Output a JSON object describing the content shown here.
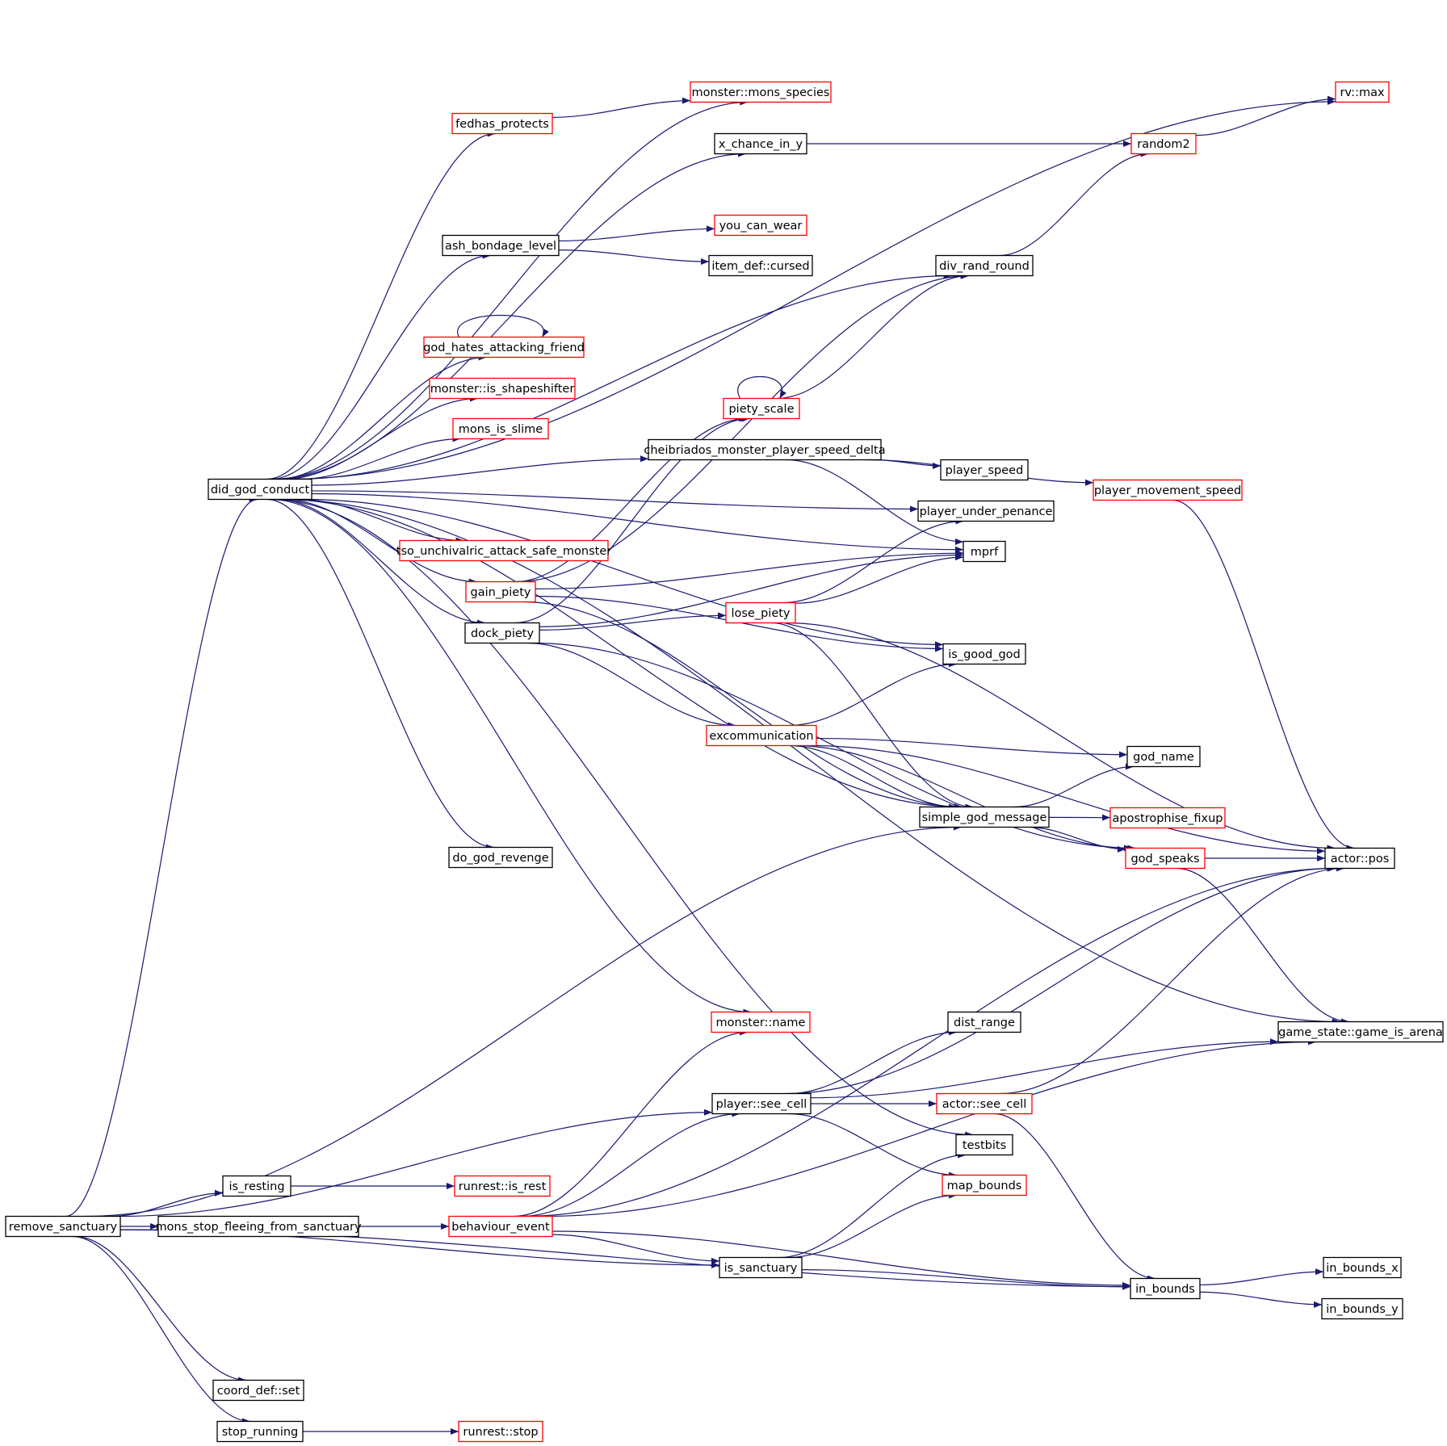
{
  "diagram": {
    "type": "call-graph",
    "colors": {
      "edge": "#191970",
      "border_documented": "#000000",
      "border_undocumented": "#ff0000",
      "root_fill": "#bfbfbf",
      "node_fill": "#ffffff"
    },
    "root": "remove_sanctuary",
    "nodes": [
      {
        "id": "remove_sanctuary",
        "label": "remove_sanctuary",
        "border": "black",
        "root": true
      },
      {
        "id": "did_god_conduct",
        "label": "did_god_conduct",
        "border": "black"
      },
      {
        "id": "is_resting",
        "label": "is_resting",
        "border": "black"
      },
      {
        "id": "mons_stop_fleeing_from_sanctuary",
        "label": "mons_stop_fleeing_from_sanctuary",
        "border": "black"
      },
      {
        "id": "coord_def_set",
        "label": "coord_def::set",
        "border": "black"
      },
      {
        "id": "stop_running",
        "label": "stop_running",
        "border": "black"
      },
      {
        "id": "fedhas_protects",
        "label": "fedhas_protects",
        "border": "red"
      },
      {
        "id": "ash_bondage_level",
        "label": "ash_bondage_level",
        "border": "black"
      },
      {
        "id": "god_hates_attacking_friend",
        "label": "god_hates_attacking_friend",
        "border": "red"
      },
      {
        "id": "monster_is_shapeshifter",
        "label": "monster::is_shapeshifter",
        "border": "red"
      },
      {
        "id": "mons_is_slime",
        "label": "mons_is_slime",
        "border": "red"
      },
      {
        "id": "tso_unchivalric_attack_safe_monster",
        "label": "tso_unchivalric_attack_safe_monster",
        "border": "red"
      },
      {
        "id": "gain_piety",
        "label": "gain_piety",
        "border": "red"
      },
      {
        "id": "dock_piety",
        "label": "dock_piety",
        "border": "black"
      },
      {
        "id": "do_god_revenge",
        "label": "do_god_revenge",
        "border": "black"
      },
      {
        "id": "runrest_is_rest",
        "label": "runrest::is_rest",
        "border": "red"
      },
      {
        "id": "behaviour_event",
        "label": "behaviour_event",
        "border": "red"
      },
      {
        "id": "runrest_stop",
        "label": "runrest::stop",
        "border": "red"
      },
      {
        "id": "monster_mons_species",
        "label": "monster::mons_species",
        "border": "red"
      },
      {
        "id": "x_chance_in_y",
        "label": "x_chance_in_y",
        "border": "black"
      },
      {
        "id": "you_can_wear",
        "label": "you_can_wear",
        "border": "red"
      },
      {
        "id": "item_def_cursed",
        "label": "item_def::cursed",
        "border": "black"
      },
      {
        "id": "piety_scale",
        "label": "piety_scale",
        "border": "red"
      },
      {
        "id": "cheibriados_monster_player_speed_delta",
        "label": "cheibriados_monster_player_speed_delta",
        "border": "black"
      },
      {
        "id": "lose_piety",
        "label": "lose_piety",
        "border": "red"
      },
      {
        "id": "excommunication",
        "label": "excommunication",
        "border": "red"
      },
      {
        "id": "monster_name",
        "label": "monster::name",
        "border": "red"
      },
      {
        "id": "player_see_cell",
        "label": "player::see_cell",
        "border": "black"
      },
      {
        "id": "is_sanctuary",
        "label": "is_sanctuary",
        "border": "black"
      },
      {
        "id": "div_rand_round",
        "label": "div_rand_round",
        "border": "black"
      },
      {
        "id": "player_speed",
        "label": "player_speed",
        "border": "black"
      },
      {
        "id": "player_under_penance",
        "label": "player_under_penance",
        "border": "black"
      },
      {
        "id": "mprf",
        "label": "mprf",
        "border": "black"
      },
      {
        "id": "is_good_god",
        "label": "is_good_god",
        "border": "black"
      },
      {
        "id": "simple_god_message",
        "label": "simple_god_message",
        "border": "black"
      },
      {
        "id": "dist_range",
        "label": "dist_range",
        "border": "black"
      },
      {
        "id": "actor_see_cell",
        "label": "actor::see_cell",
        "border": "red"
      },
      {
        "id": "testbits",
        "label": "testbits",
        "border": "black"
      },
      {
        "id": "map_bounds",
        "label": "map_bounds",
        "border": "red"
      },
      {
        "id": "random2",
        "label": "random2",
        "border": "red"
      },
      {
        "id": "player_movement_speed",
        "label": "player_movement_speed",
        "border": "red"
      },
      {
        "id": "god_name",
        "label": "god_name",
        "border": "black"
      },
      {
        "id": "apostrophise_fixup",
        "label": "apostrophise_fixup",
        "border": "red"
      },
      {
        "id": "god_speaks",
        "label": "god_speaks",
        "border": "red"
      },
      {
        "id": "in_bounds",
        "label": "in_bounds",
        "border": "black"
      },
      {
        "id": "rv_max",
        "label": "rv::max",
        "border": "red"
      },
      {
        "id": "actor_pos",
        "label": "actor::pos",
        "border": "black"
      },
      {
        "id": "game_state_game_is_arena",
        "label": "game_state::game_is_arena",
        "border": "black"
      },
      {
        "id": "in_bounds_x",
        "label": "in_bounds_x",
        "border": "black"
      },
      {
        "id": "in_bounds_y",
        "label": "in_bounds_y",
        "border": "black"
      }
    ],
    "edges": [
      [
        "remove_sanctuary",
        "did_god_conduct"
      ],
      [
        "remove_sanctuary",
        "simple_god_message"
      ],
      [
        "remove_sanctuary",
        "player_see_cell"
      ],
      [
        "remove_sanctuary",
        "is_resting"
      ],
      [
        "remove_sanctuary",
        "mons_stop_fleeing_from_sanctuary"
      ],
      [
        "remove_sanctuary",
        "is_sanctuary"
      ],
      [
        "remove_sanctuary",
        "in_bounds"
      ],
      [
        "remove_sanctuary",
        "coord_def_set"
      ],
      [
        "remove_sanctuary",
        "stop_running"
      ],
      [
        "did_god_conduct",
        "rv_max"
      ],
      [
        "did_god_conduct",
        "monster_mons_species"
      ],
      [
        "did_god_conduct",
        "fedhas_protects"
      ],
      [
        "did_god_conduct",
        "x_chance_in_y"
      ],
      [
        "did_god_conduct",
        "div_rand_round"
      ],
      [
        "did_god_conduct",
        "ash_bondage_level"
      ],
      [
        "did_god_conduct",
        "player_under_penance"
      ],
      [
        "did_god_conduct",
        "god_hates_attacking_friend"
      ],
      [
        "did_god_conduct",
        "monster_is_shapeshifter"
      ],
      [
        "did_god_conduct",
        "mons_is_slime"
      ],
      [
        "did_god_conduct",
        "cheibriados_monster_player_speed_delta"
      ],
      [
        "did_god_conduct",
        "mprf"
      ],
      [
        "did_god_conduct",
        "tso_unchivalric_attack_safe_monster"
      ],
      [
        "did_god_conduct",
        "gain_piety"
      ],
      [
        "did_god_conduct",
        "dock_piety"
      ],
      [
        "did_god_conduct",
        "is_good_god"
      ],
      [
        "did_god_conduct",
        "simple_god_message"
      ],
      [
        "did_god_conduct",
        "do_god_revenge"
      ],
      [
        "did_god_conduct",
        "game_state_game_is_arena"
      ],
      [
        "did_god_conduct",
        "testbits"
      ],
      [
        "did_god_conduct",
        "monster_name"
      ],
      [
        "fedhas_protects",
        "monster_mons_species"
      ],
      [
        "x_chance_in_y",
        "random2"
      ],
      [
        "ash_bondage_level",
        "you_can_wear"
      ],
      [
        "ash_bondage_level",
        "item_def_cursed"
      ],
      [
        "god_hates_attacking_friend",
        "god_hates_attacking_friend"
      ],
      [
        "gain_piety",
        "div_rand_round"
      ],
      [
        "gain_piety",
        "piety_scale"
      ],
      [
        "gain_piety",
        "mprf"
      ],
      [
        "gain_piety",
        "is_good_god"
      ],
      [
        "gain_piety",
        "simple_god_message"
      ],
      [
        "dock_piety",
        "piety_scale"
      ],
      [
        "dock_piety",
        "mprf"
      ],
      [
        "dock_piety",
        "lose_piety"
      ],
      [
        "dock_piety",
        "excommunication"
      ],
      [
        "dock_piety",
        "god_speaks"
      ],
      [
        "piety_scale",
        "piety_scale"
      ],
      [
        "piety_scale",
        "div_rand_round"
      ],
      [
        "cheibriados_monster_player_speed_delta",
        "player_speed"
      ],
      [
        "cheibriados_monster_player_speed_delta",
        "player_movement_speed"
      ],
      [
        "cheibriados_monster_player_speed_delta",
        "mprf"
      ],
      [
        "lose_piety",
        "player_under_penance"
      ],
      [
        "lose_piety",
        "mprf"
      ],
      [
        "lose_piety",
        "actor_pos"
      ],
      [
        "lose_piety",
        "simple_god_message"
      ],
      [
        "excommunication",
        "is_good_god"
      ],
      [
        "excommunication",
        "actor_pos"
      ],
      [
        "excommunication",
        "god_name"
      ],
      [
        "excommunication",
        "simple_god_message"
      ],
      [
        "excommunication",
        "god_speaks"
      ],
      [
        "div_rand_round",
        "random2"
      ],
      [
        "random2",
        "rv_max"
      ],
      [
        "player_movement_speed",
        "actor_pos"
      ],
      [
        "simple_god_message",
        "god_name"
      ],
      [
        "simple_god_message",
        "apostrophise_fixup"
      ],
      [
        "simple_god_message",
        "god_speaks"
      ],
      [
        "god_speaks",
        "actor_pos"
      ],
      [
        "god_speaks",
        "game_state_game_is_arena"
      ],
      [
        "mons_stop_fleeing_from_sanctuary",
        "behaviour_event"
      ],
      [
        "is_resting",
        "runrest_is_rest"
      ],
      [
        "stop_running",
        "runrest_stop"
      ],
      [
        "behaviour_event",
        "monster_name"
      ],
      [
        "behaviour_event",
        "actor_pos"
      ],
      [
        "behaviour_event",
        "player_see_cell"
      ],
      [
        "behaviour_event",
        "game_state_game_is_arena"
      ],
      [
        "behaviour_event",
        "is_sanctuary"
      ],
      [
        "behaviour_event",
        "in_bounds"
      ],
      [
        "player_see_cell",
        "actor_pos"
      ],
      [
        "player_see_cell",
        "dist_range"
      ],
      [
        "player_see_cell",
        "game_state_game_is_arena"
      ],
      [
        "player_see_cell",
        "actor_see_cell"
      ],
      [
        "player_see_cell",
        "map_bounds"
      ],
      [
        "actor_see_cell",
        "actor_pos"
      ],
      [
        "actor_see_cell",
        "in_bounds"
      ],
      [
        "is_sanctuary",
        "testbits"
      ],
      [
        "is_sanctuary",
        "map_bounds"
      ],
      [
        "is_sanctuary",
        "in_bounds"
      ],
      [
        "in_bounds",
        "in_bounds_x"
      ],
      [
        "in_bounds",
        "in_bounds_y"
      ]
    ]
  }
}
